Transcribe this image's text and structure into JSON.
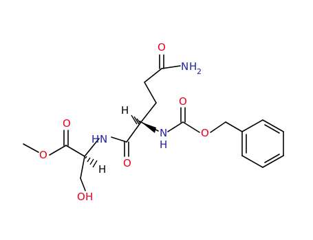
{
  "diagram_type": "skeletal chemical structure",
  "colors": {
    "carbon_bond": "#000000",
    "oxygen": "#e8001c",
    "nitrogen": "#1f22a8",
    "hydrogen_label": "#000000",
    "background": "#ffffff"
  },
  "labels": {
    "amide_o": "O",
    "amide_n": "N",
    "amide_h": "H",
    "amide_h2_sub": "2",
    "alpha_h": "H",
    "carbamate_o_top": "O",
    "carbamate_nh_n": "N",
    "carbamate_nh_h": "H",
    "carbamate_o_ester": "O",
    "peptide_nh_h": "H",
    "peptide_nh_n": "N",
    "peptide_o": "O",
    "ester_o_top": "O",
    "ester_o_methoxy": "O",
    "serine_h": "H",
    "hydroxyl_o": "O",
    "hydroxyl_h": "H"
  }
}
